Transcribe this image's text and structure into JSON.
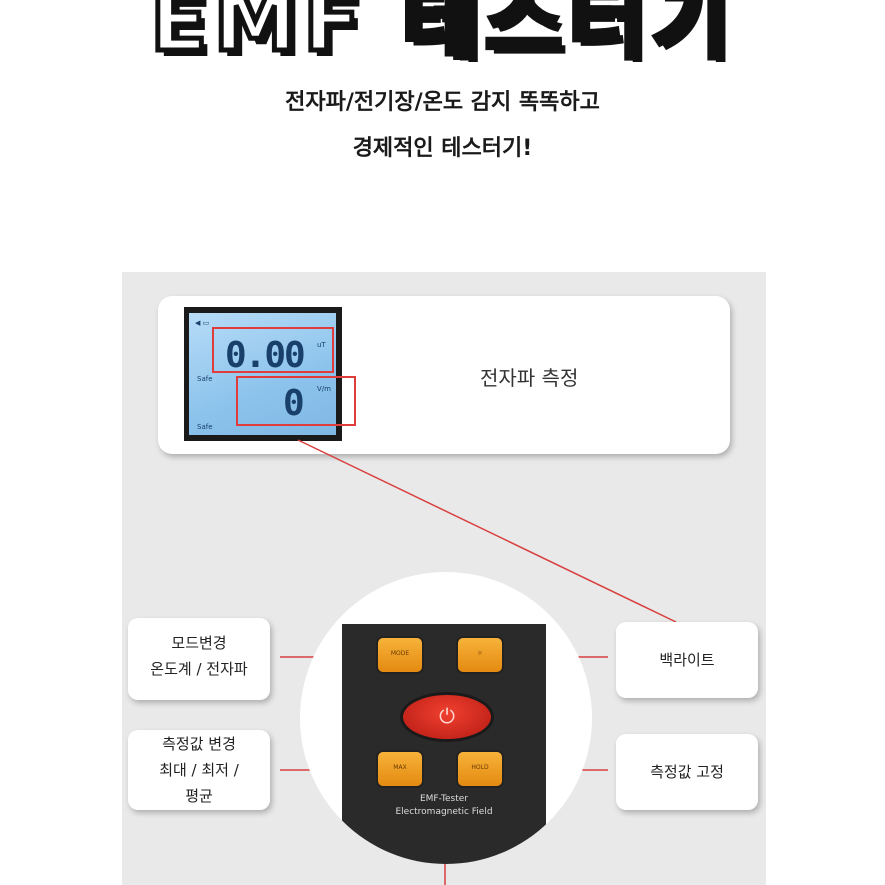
{
  "banner": {
    "title": "EMF 테스터기"
  },
  "subtitle": {
    "line1": "전자파/전기장/온도 감지 똑똑하고",
    "line2": "경제적인 테스터기!"
  },
  "display_card": {
    "label": "전자파 측정",
    "lcd": {
      "top_value": "0.00",
      "bottom_value": "0",
      "top_unit": "uT",
      "bottom_unit": "V/m",
      "safe_text": "Safe"
    }
  },
  "device": {
    "buttons": [
      "MODE",
      "☼",
      "MAX",
      "HOLD"
    ],
    "label1": "EMF-Tester",
    "label2": "Electromagnetic Field"
  },
  "callouts": {
    "mode": [
      "모드변경",
      "온도계 / 전자파"
    ],
    "backlight": "백라이트",
    "measure_change": [
      "측정값 변경",
      "최대 / 최저 /",
      "평균"
    ],
    "hold": "측정값 고정"
  },
  "colors": {
    "accent_line": "#d94040",
    "button_orange": "#f0a020",
    "power_red": "#d42a1c"
  }
}
